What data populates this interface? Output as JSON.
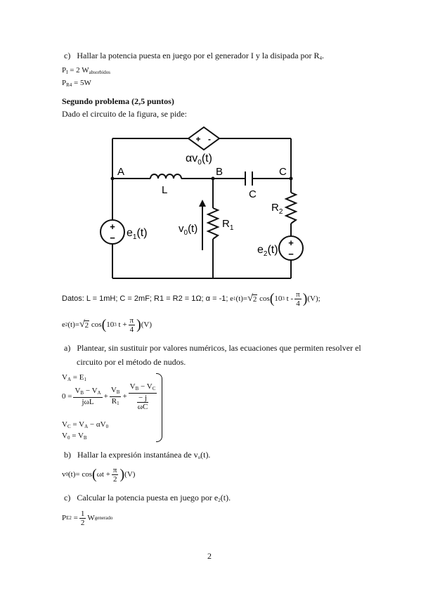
{
  "part_c_top": {
    "label": "c)",
    "text": "Hallar la potencia puesta en juego por el generador I y la disipada por R",
    "text_sub": "4",
    "text_end": ".",
    "pi_lhs": "P",
    "pi_sub": "I",
    "pi_rhs": "= 2 W",
    "pi_rhs_sub": "absorbidos",
    "pr_lhs": "P",
    "pr_sub": "R4",
    "pr_rhs": "= 5W"
  },
  "second_problem": {
    "title": "Segundo problema (2,5 puntos)",
    "intro": "Dado el circuito de la figura, se pide:"
  },
  "circuit": {
    "dep_source_label_a": "αv",
    "dep_source_label_sub": "0",
    "dep_source_label_b": "(t)",
    "dep_plus": "+",
    "dep_minus": "-",
    "node_a": "A",
    "node_b": "B",
    "node_c": "C",
    "inductor": "L",
    "capacitor": "C",
    "r1": "R",
    "r1_sub": "1",
    "r2": "R",
    "r2_sub": "2",
    "v0": "v",
    "v0_sub": "0",
    "v0_t": "(t)",
    "e1": "e",
    "e1_sub": "1",
    "e1_t": "(t)",
    "e2": "e",
    "e2_sub": "2",
    "e2_t": "(t)",
    "src_plus": "+",
    "src_minus": "−"
  },
  "data": {
    "prefix": "Datos:  L = 1mH;  C = 2mF;  R1 = R2 = 1Ω;   α = -1;",
    "e1_lhs": "e",
    "e1_sub": "1",
    "e1_t": "(t)=",
    "sqrt2": "2",
    "cos": "cos",
    "ten": "10",
    "exp": "3",
    "t_minus": "t -",
    "pi": "π",
    "four": "4",
    "unit": "(V)",
    "e1_end": ";",
    "e2_lhs": "e",
    "e2_sub": "2",
    "e2_t": "(t)=",
    "t_plus": "t +"
  },
  "part_a": {
    "label": "a)",
    "line1": "Plantear, sin sustituir por valores numéricos, las ecuaciones que permiten resolver el",
    "line2": "circuito por el método de nudos.",
    "eq1_lhs": "V",
    "eq1_lhs_sub": "A",
    "eq1_rhs": "= E",
    "eq1_rhs_sub": "1",
    "eq2_zero": "0 =",
    "eq2_n1": "V",
    "eq2_n1_sub": "B",
    "eq2_n1_mid": " − V",
    "eq2_n1_sub2": "A",
    "eq2_d1": "jωL",
    "eq2_plus": "+",
    "eq2_n2": "V",
    "eq2_n2_sub": "B",
    "eq2_d2": "R",
    "eq2_d2_sub": "1",
    "eq2_plus2": "+",
    "eq2_n3": "V",
    "eq2_n3_sub": "B",
    "eq2_n3_mid": " − V",
    "eq2_n3_sub2": "C",
    "eq2_d3_num": "− j",
    "eq2_d3_den": "ωC",
    "eq3": "V",
    "eq3_sub": "C",
    "eq3_rhs": "= V",
    "eq3_rhs_sub": "A",
    "eq3_tail": " − αV",
    "eq3_tail_sub": "0",
    "eq4": "V",
    "eq4_sub": "0",
    "eq4_rhs": "= V",
    "eq4_rhs_sub": "B"
  },
  "part_b": {
    "label": "b)",
    "text": "Hallar la expresión instantánea de v",
    "text_sub": "o",
    "text_end": "(t).",
    "lhs": "v",
    "lhs_sub": "0",
    "t_eq": "(t)= cos",
    "omega_t": "ωt +",
    "pi": "π",
    "two": "2",
    "unit": "(V)"
  },
  "part_c_bottom": {
    "label": "c)",
    "text": "Calcular la potencia puesta en juego por e",
    "text_sub": "2",
    "text_end": "(t).",
    "lhs": "P",
    "lhs_sub": "E2",
    "eq": "=",
    "num": "1",
    "den": "2",
    "w": "W",
    "w_sub": "generado"
  },
  "page_number": "2"
}
